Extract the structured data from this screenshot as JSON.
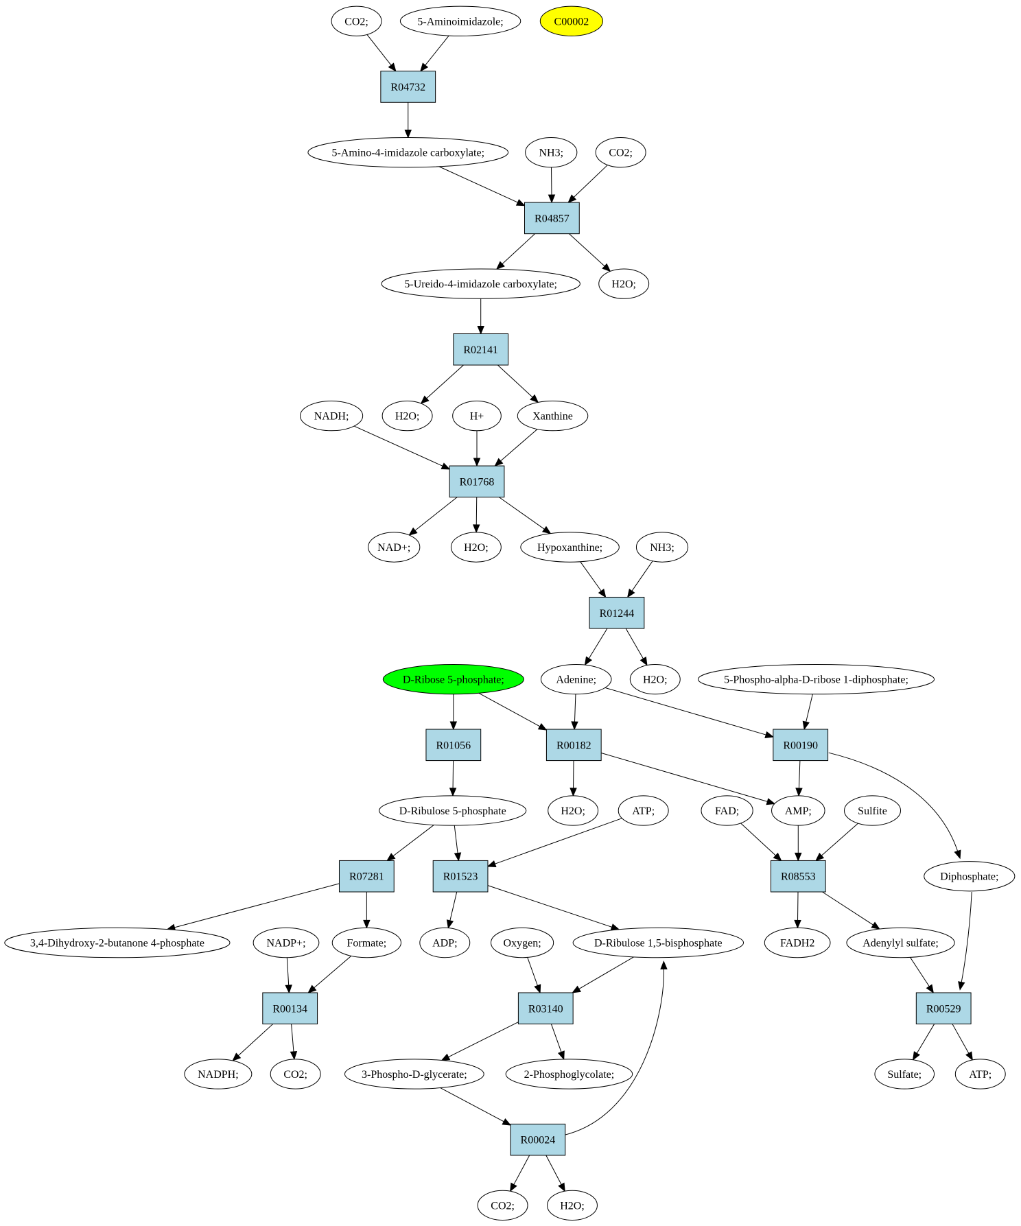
{
  "colors": {
    "reaction_fill": "#add8e6",
    "compound_fill": "#ffffff",
    "highlight_yellow": "#ffff00",
    "highlight_green": "#00ff00",
    "line": "#000000"
  },
  "nodes": {
    "c_co2_1": {
      "label": "CO2;",
      "kind": "compound"
    },
    "c_aminoimidazole": {
      "label": "5-Aminoimidazole;",
      "kind": "compound"
    },
    "c_c00002": {
      "label": "C00002",
      "kind": "compound",
      "fill": "highlight_yellow"
    },
    "r_R04732": {
      "label": "R04732",
      "kind": "reaction"
    },
    "c_air_carboxylate": {
      "label": "5-Amino-4-imidazole carboxylate;",
      "kind": "compound"
    },
    "c_nh3_1": {
      "label": "NH3;",
      "kind": "compound"
    },
    "c_co2_2": {
      "label": "CO2;",
      "kind": "compound"
    },
    "r_R04857": {
      "label": "R04857",
      "kind": "reaction"
    },
    "c_ureido": {
      "label": "5-Ureido-4-imidazole carboxylate;",
      "kind": "compound"
    },
    "c_h2o_1": {
      "label": "H2O;",
      "kind": "compound"
    },
    "r_R02141": {
      "label": "R02141",
      "kind": "reaction"
    },
    "c_nadh": {
      "label": "NADH;",
      "kind": "compound"
    },
    "c_h2o_2": {
      "label": "H2O;",
      "kind": "compound"
    },
    "c_hplus": {
      "label": "H+",
      "kind": "compound"
    },
    "c_xanthine": {
      "label": "Xanthine",
      "kind": "compound"
    },
    "r_R01768": {
      "label": "R01768",
      "kind": "reaction"
    },
    "c_nadplus": {
      "label": "NAD+;",
      "kind": "compound"
    },
    "c_h2o_3": {
      "label": "H2O;",
      "kind": "compound"
    },
    "c_hypoxanthine": {
      "label": "Hypoxanthine;",
      "kind": "compound"
    },
    "c_nh3_2": {
      "label": "NH3;",
      "kind": "compound"
    },
    "r_R01244": {
      "label": "R01244",
      "kind": "reaction"
    },
    "c_ribose5p": {
      "label": "D-Ribose 5-phosphate;",
      "kind": "compound",
      "fill": "highlight_green"
    },
    "c_adenine": {
      "label": "Adenine;",
      "kind": "compound"
    },
    "c_h2o_4": {
      "label": "H2O;",
      "kind": "compound"
    },
    "c_prpp": {
      "label": "5-Phospho-alpha-D-ribose 1-diphosphate;",
      "kind": "compound"
    },
    "r_R01056": {
      "label": "R01056",
      "kind": "reaction"
    },
    "r_R00182": {
      "label": "R00182",
      "kind": "reaction"
    },
    "r_R00190": {
      "label": "R00190",
      "kind": "reaction"
    },
    "c_ribulose5p": {
      "label": "D-Ribulose 5-phosphate",
      "kind": "compound"
    },
    "c_h2o_5": {
      "label": "H2O;",
      "kind": "compound"
    },
    "c_atp_1": {
      "label": "ATP;",
      "kind": "compound"
    },
    "c_fad": {
      "label": "FAD;",
      "kind": "compound"
    },
    "c_amp": {
      "label": "AMP;",
      "kind": "compound"
    },
    "c_sulfite": {
      "label": "Sulfite",
      "kind": "compound"
    },
    "r_R07281": {
      "label": "R07281",
      "kind": "reaction"
    },
    "r_R01523": {
      "label": "R01523",
      "kind": "reaction"
    },
    "r_R08553": {
      "label": "R08553",
      "kind": "reaction"
    },
    "c_diphosphate": {
      "label": "Diphosphate;",
      "kind": "compound"
    },
    "c_dhbp": {
      "label": "3,4-Dihydroxy-2-butanone 4-phosphate",
      "kind": "compound"
    },
    "c_nadpplus": {
      "label": "NADP+;",
      "kind": "compound"
    },
    "c_formate": {
      "label": "Formate;",
      "kind": "compound"
    },
    "c_adp": {
      "label": "ADP;",
      "kind": "compound"
    },
    "c_oxygen": {
      "label": "Oxygen;",
      "kind": "compound"
    },
    "c_rubp": {
      "label": "D-Ribulose 1,5-bisphosphate",
      "kind": "compound"
    },
    "c_fadh2": {
      "label": "FADH2",
      "kind": "compound"
    },
    "c_aps": {
      "label": "Adenylyl sulfate;",
      "kind": "compound"
    },
    "r_R00134": {
      "label": "R00134",
      "kind": "reaction"
    },
    "r_R03140": {
      "label": "R03140",
      "kind": "reaction"
    },
    "r_R00529": {
      "label": "R00529",
      "kind": "reaction"
    },
    "c_nadph": {
      "label": "NADPH;",
      "kind": "compound"
    },
    "c_co2_3": {
      "label": "CO2;",
      "kind": "compound"
    },
    "c_3pg": {
      "label": "3-Phospho-D-glycerate;",
      "kind": "compound"
    },
    "c_2pg": {
      "label": "2-Phosphoglycolate;",
      "kind": "compound"
    },
    "c_sulfate": {
      "label": "Sulfate;",
      "kind": "compound"
    },
    "c_atp_2": {
      "label": "ATP;",
      "kind": "compound"
    },
    "r_R00024": {
      "label": "R00024",
      "kind": "reaction"
    },
    "c_co2_4": {
      "label": "CO2;",
      "kind": "compound"
    },
    "c_h2o_6": {
      "label": "H2O;",
      "kind": "compound"
    }
  },
  "edges": [
    [
      "c_co2_1",
      "r_R04732"
    ],
    [
      "c_aminoimidazole",
      "r_R04732"
    ],
    [
      "r_R04732",
      "c_air_carboxylate"
    ],
    [
      "c_air_carboxylate",
      "r_R04857"
    ],
    [
      "c_nh3_1",
      "r_R04857"
    ],
    [
      "c_co2_2",
      "r_R04857"
    ],
    [
      "r_R04857",
      "c_ureido"
    ],
    [
      "r_R04857",
      "c_h2o_1"
    ],
    [
      "c_ureido",
      "r_R02141"
    ],
    [
      "r_R02141",
      "c_h2o_2"
    ],
    [
      "r_R02141",
      "c_xanthine"
    ],
    [
      "c_nadh",
      "r_R01768"
    ],
    [
      "c_hplus",
      "r_R01768"
    ],
    [
      "c_xanthine",
      "r_R01768"
    ],
    [
      "r_R01768",
      "c_nadplus"
    ],
    [
      "r_R01768",
      "c_h2o_3"
    ],
    [
      "r_R01768",
      "c_hypoxanthine"
    ],
    [
      "c_hypoxanthine",
      "r_R01244"
    ],
    [
      "c_nh3_2",
      "r_R01244"
    ],
    [
      "r_R01244",
      "c_adenine"
    ],
    [
      "r_R01244",
      "c_h2o_4"
    ],
    [
      "c_ribose5p",
      "r_R01056"
    ],
    [
      "c_ribose5p",
      "r_R00182"
    ],
    [
      "c_adenine",
      "r_R00182"
    ],
    [
      "c_adenine",
      "r_R00190"
    ],
    [
      "c_prpp",
      "r_R00190"
    ],
    [
      "r_R01056",
      "c_ribulose5p"
    ],
    [
      "r_R00182",
      "c_h2o_5"
    ],
    [
      "r_R00182",
      "c_amp"
    ],
    [
      "r_R00190",
      "c_amp"
    ],
    [
      "r_R00190",
      "c_diphosphate"
    ],
    [
      "c_ribulose5p",
      "r_R07281"
    ],
    [
      "c_ribulose5p",
      "r_R01523"
    ],
    [
      "c_atp_1",
      "r_R01523"
    ],
    [
      "c_fad",
      "r_R08553"
    ],
    [
      "c_amp",
      "r_R08553"
    ],
    [
      "c_sulfite",
      "r_R08553"
    ],
    [
      "r_R07281",
      "c_dhbp"
    ],
    [
      "r_R07281",
      "c_formate"
    ],
    [
      "r_R01523",
      "c_adp"
    ],
    [
      "r_R01523",
      "c_rubp"
    ],
    [
      "r_R08553",
      "c_fadh2"
    ],
    [
      "r_R08553",
      "c_aps"
    ],
    [
      "c_nadpplus",
      "r_R00134"
    ],
    [
      "c_formate",
      "r_R00134"
    ],
    [
      "c_oxygen",
      "r_R03140"
    ],
    [
      "c_rubp",
      "r_R03140"
    ],
    [
      "c_aps",
      "r_R00529"
    ],
    [
      "c_diphosphate",
      "r_R00529"
    ],
    [
      "r_R00134",
      "c_nadph"
    ],
    [
      "r_R00134",
      "c_co2_3"
    ],
    [
      "r_R03140",
      "c_3pg"
    ],
    [
      "r_R03140",
      "c_2pg"
    ],
    [
      "r_R00529",
      "c_sulfate"
    ],
    [
      "r_R00529",
      "c_atp_2"
    ],
    [
      "c_3pg",
      "r_R00024"
    ],
    [
      "r_R00024",
      "c_rubp"
    ],
    [
      "r_R00024",
      "c_co2_4"
    ],
    [
      "r_R00024",
      "c_h2o_6"
    ]
  ]
}
